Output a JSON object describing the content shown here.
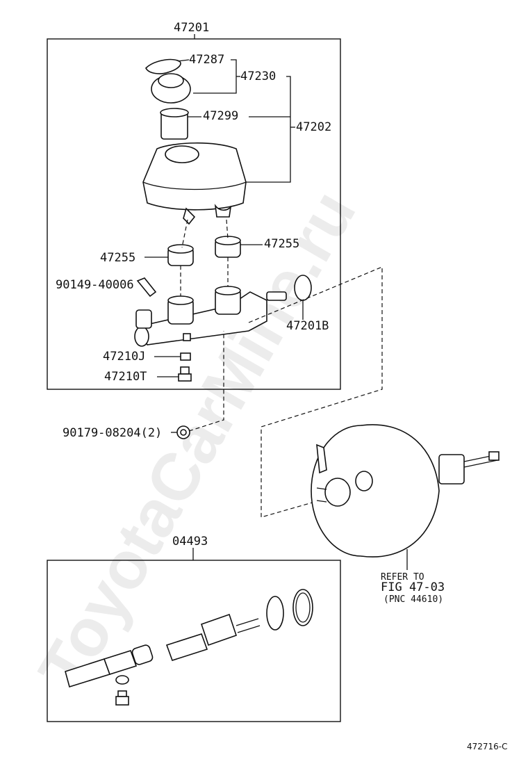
{
  "watermark": "ToyotaCarMine.ru",
  "diagram_code": "472716-C",
  "assemblies": {
    "master_cylinder": "47201",
    "kit": "04493"
  },
  "parts": {
    "p47287": "47287",
    "p47230": "47230",
    "p47299": "47299",
    "p47202": "47202",
    "p47255_left": "47255",
    "p47255_right": "47255",
    "p90149": "90149-40006",
    "p47201B": "47201B",
    "p47210J": "47210J",
    "p47210T": "47210T",
    "p90179": "90179-08204(2)"
  },
  "reference": {
    "line1": "REFER TO",
    "line2": "FIG 47-03",
    "line3": "(PNC 44610)"
  }
}
